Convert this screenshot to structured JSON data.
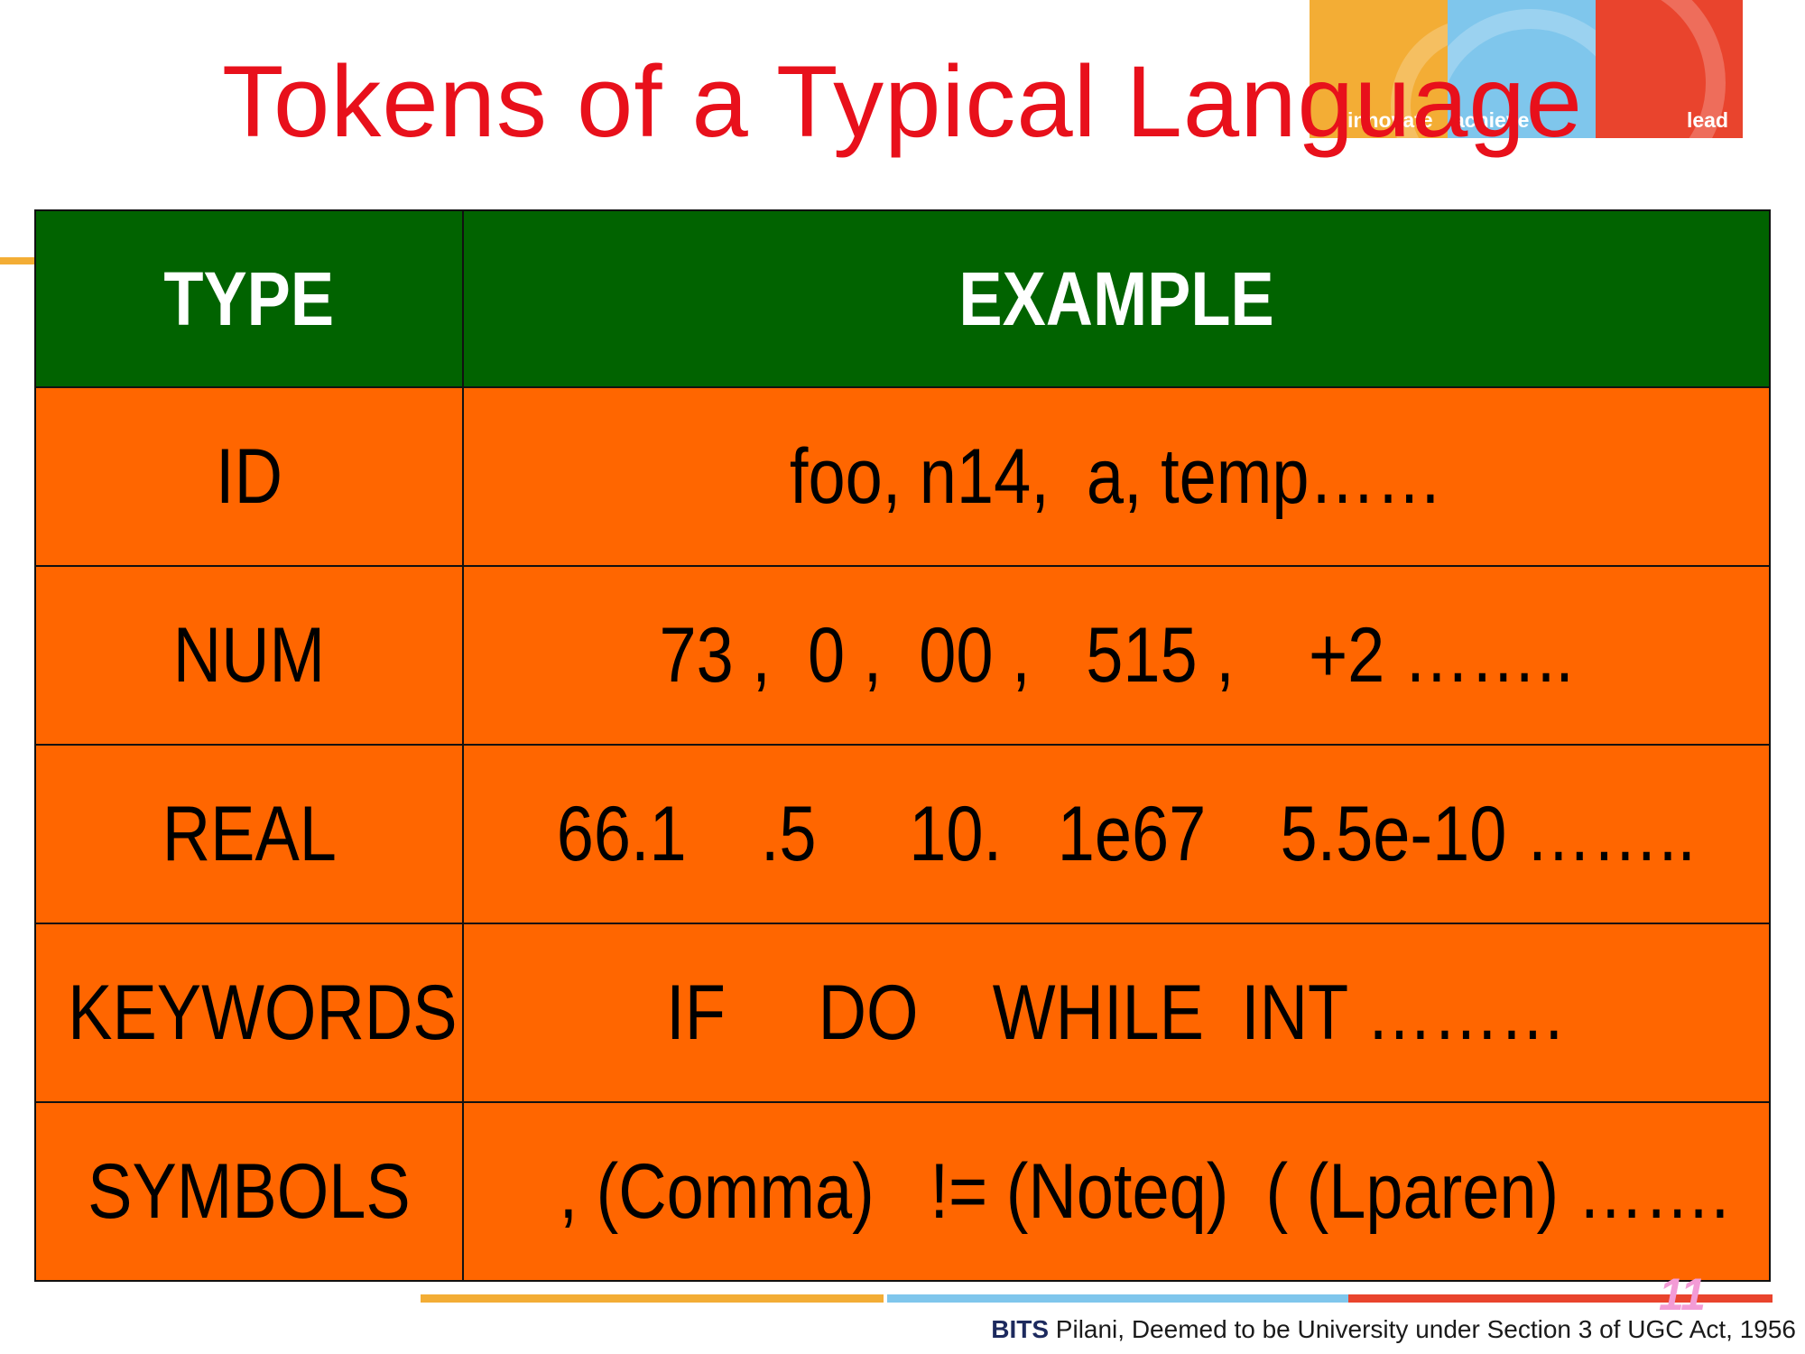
{
  "slide": {
    "title": "Tokens of a Typical Language",
    "page_number": "11"
  },
  "logo": {
    "words": [
      "innovate",
      "achieve",
      "lead"
    ],
    "colors": [
      "#F3AD35",
      "#7FC6EC",
      "#E9442D"
    ]
  },
  "table": {
    "headers": [
      "TYPE",
      "EXAMPLE"
    ],
    "rows": [
      {
        "type": "ID",
        "example": "foo, n14,  a, temp……"
      },
      {
        "type": "NUM",
        "example": "73 ,  0 ,  00 ,   515 ,    +2 …….."
      },
      {
        "type": "REAL",
        "example": "66.1    .5     10.   1e67    5.5e-10 …….."
      },
      {
        "type": "KEYWORDS",
        "example": "IF     DO    WHILE  INT ………"
      },
      {
        "type": "SYMBOLS",
        "example": ", (Comma)   != (Noteq)  ( (Lparen) ……."
      }
    ],
    "colors": {
      "header_bg": "#016300",
      "cell_bg": "#FF6600"
    }
  },
  "footer": {
    "institution_bold": "BITS",
    "institution_rest": " Pilani, Deemed to be University under Section 3 of UGC Act, 1956"
  }
}
